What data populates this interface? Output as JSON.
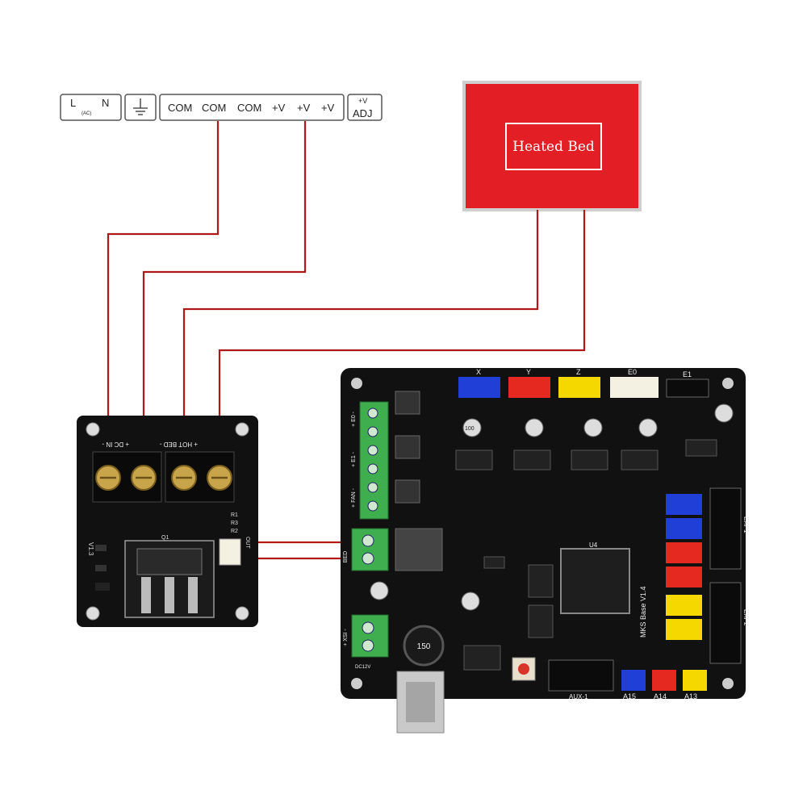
{
  "power_supply_terminals": {
    "L": "L",
    "AC": "(AC)",
    "N": "N",
    "com_1": "COM",
    "com_2": "COM",
    "com_3": "COM",
    "v_1": "+V",
    "v_2": "+V",
    "v_3": "+V",
    "adj_top": "+V",
    "adj_bottom": "ADJ"
  },
  "heated_bed": {
    "label": "Heated Bed"
  },
  "mosfet_module": {
    "dc_in": "+ DC IN -",
    "hot_bed": "+ HOT BED -",
    "version": "V1.3",
    "r1": "R1",
    "r2": "R2",
    "r3": "R3",
    "q1": "Q1",
    "out": "OUT"
  },
  "mainboard": {
    "name": "MKS Base V1.4",
    "motor_labels": [
      "X",
      "Y",
      "Z",
      "E0",
      "E1"
    ],
    "left_terminals": [
      "+ E0 -",
      "+ E1 -",
      "+ FAN -"
    ],
    "bed_label": "BED",
    "input_label": "+ XSI -",
    "input_sub": "DC12V",
    "analog_labels": [
      "A15",
      "A14",
      "A13"
    ],
    "aux_label": "AUX-1",
    "exp_labels": [
      "EXP1",
      "EXP2"
    ],
    "inductor": "150",
    "chip": "U4",
    "cap": "100"
  },
  "colors": {
    "wire": "#b01818",
    "bed": "#e31e24",
    "pcb": "#111111",
    "terminal_green": "#3fae4f",
    "jst_blue": "#1f3fd6",
    "jst_red": "#e52920",
    "jst_yellow": "#f5d800",
    "jst_white": "#f4f1e2"
  }
}
